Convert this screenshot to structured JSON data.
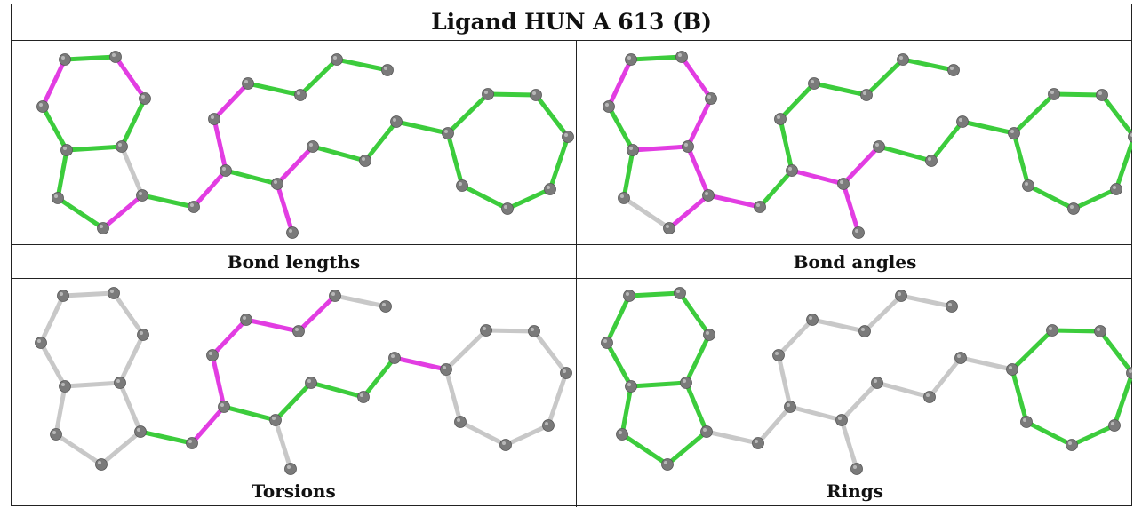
{
  "title": "Ligand HUN A 613 (B)",
  "panels": [
    {
      "caption": "Bond lengths"
    },
    {
      "caption": "Bond angles"
    },
    {
      "caption": "Torsions"
    },
    {
      "caption": "Rings"
    }
  ],
  "colors": {
    "green": "#3ccc3c",
    "magenta": "#e23de2",
    "gray": "#c8c8c8",
    "atom": "#7a7a7a"
  }
}
